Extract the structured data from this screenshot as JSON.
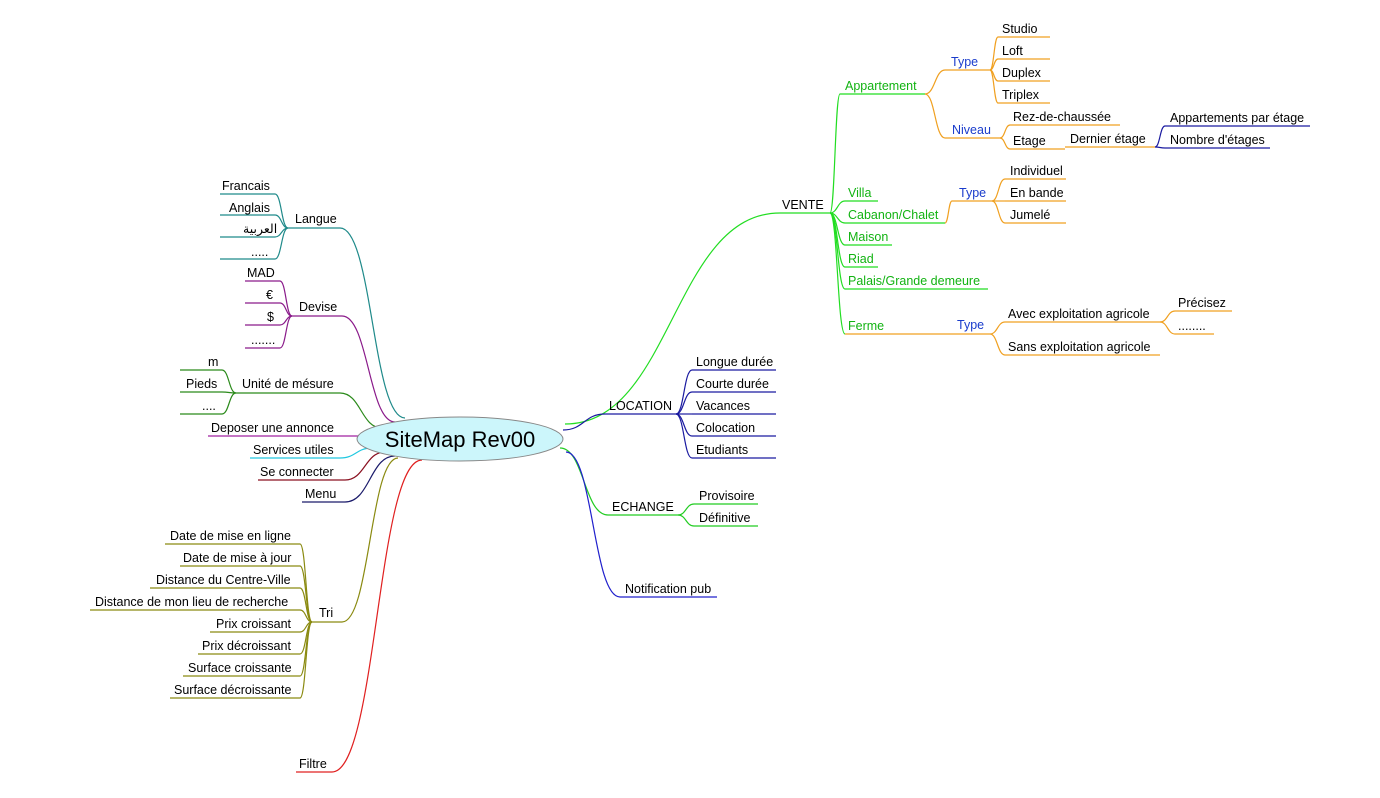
{
  "colors": {
    "langue": "#1f8a8a",
    "devise": "#8a1a8a",
    "unite": "#2a8a1a",
    "deposer": "#a020a0",
    "services": "#20c8e0",
    "connecter": "#8a1020",
    "menu": "#1a1a6a",
    "tri": "#8a8a10",
    "filtre": "#e02020",
    "vente": "#22dd22",
    "vente_sub": "#f0a020",
    "niveau_sub": "#1a1aa0",
    "location": "#1a1aa0",
    "echange": "#22cc22",
    "notification": "#2020cc",
    "root_fill": "#ccf6fb"
  },
  "root": {
    "label": "SiteMap Rev00"
  },
  "langue": {
    "label": "Langue",
    "items": [
      "Francais",
      "Anglais",
      "العربية",
      "....."
    ]
  },
  "devise": {
    "label": "Devise",
    "items": [
      "MAD",
      "€",
      "$",
      "......."
    ]
  },
  "unite": {
    "label": "Unité de mésure",
    "items": [
      "m",
      "Pieds",
      "...."
    ]
  },
  "deposer": {
    "label": "Deposer une annonce"
  },
  "services": {
    "label": "Services utiles"
  },
  "connecter": {
    "label": "Se connecter"
  },
  "menu": {
    "label": "Menu"
  },
  "tri": {
    "label": "Tri",
    "items": [
      "Date de mise en ligne",
      "Date de mise à jour",
      "Distance du Centre-Ville",
      "Distance de mon lieu de recherche",
      "Prix croissant",
      "Prix décroissant",
      "Surface croissante",
      "Surface décroissante"
    ]
  },
  "filtre": {
    "label": "Filtre"
  },
  "vente": {
    "label": "VENTE",
    "appartement": {
      "label": "Appartement",
      "type_label": "Type",
      "types": [
        "Studio",
        "Loft",
        "Duplex",
        "Triplex"
      ],
      "niveau_label": "Niveau",
      "rez": "Rez-de-chaussée",
      "etage": "Etage",
      "dernier": "Dernier étage",
      "dernier_items": [
        "Appartements par étage",
        "Nombre d'étages"
      ]
    },
    "villa": "Villa",
    "cabanon": "Cabanon/Chalet",
    "villa_type_label": "Type",
    "villa_types": [
      "Individuel",
      "En bande",
      "Jumelé"
    ],
    "maison": "Maison",
    "riad": "Riad",
    "palais": "Palais/Grande demeure",
    "ferme": {
      "label": "Ferme",
      "type_label": "Type",
      "avec": "Avec exploitation agricole",
      "avec_items": [
        "Précisez",
        "........"
      ],
      "sans": "Sans exploitation agricole"
    }
  },
  "location": {
    "label": "LOCATION",
    "items": [
      "Longue durée",
      "Courte durée",
      "Vacances",
      "Colocation",
      "Etudiants"
    ]
  },
  "echange": {
    "label": "ECHANGE",
    "items": [
      "Provisoire",
      "Définitive"
    ]
  },
  "notification": {
    "label": "Notification pub"
  }
}
